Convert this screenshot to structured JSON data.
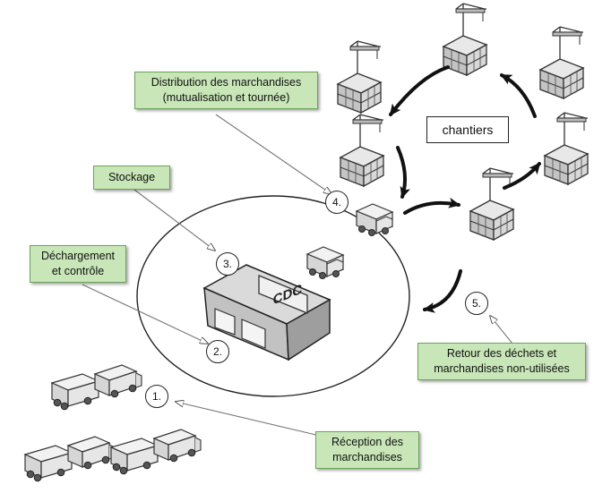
{
  "labels": {
    "distribution": [
      "Distribution des marchandises",
      "(mutualisation et tournée)"
    ],
    "stockage": "Stockage",
    "dechargement": [
      "Déchargement",
      "et contrôle"
    ],
    "retour": [
      "Retour des déchets et",
      "marchandises non-utilisées"
    ],
    "reception": [
      "Réception des",
      "marchandises"
    ]
  },
  "steps": [
    "1.",
    "2.",
    "3.",
    "4.",
    "5."
  ],
  "chantiers": "chantiers",
  "cdc": "CDC",
  "colors": {
    "label_fill": "#c8e6b8",
    "label_border": "#6aa35a",
    "line": "#222222"
  }
}
